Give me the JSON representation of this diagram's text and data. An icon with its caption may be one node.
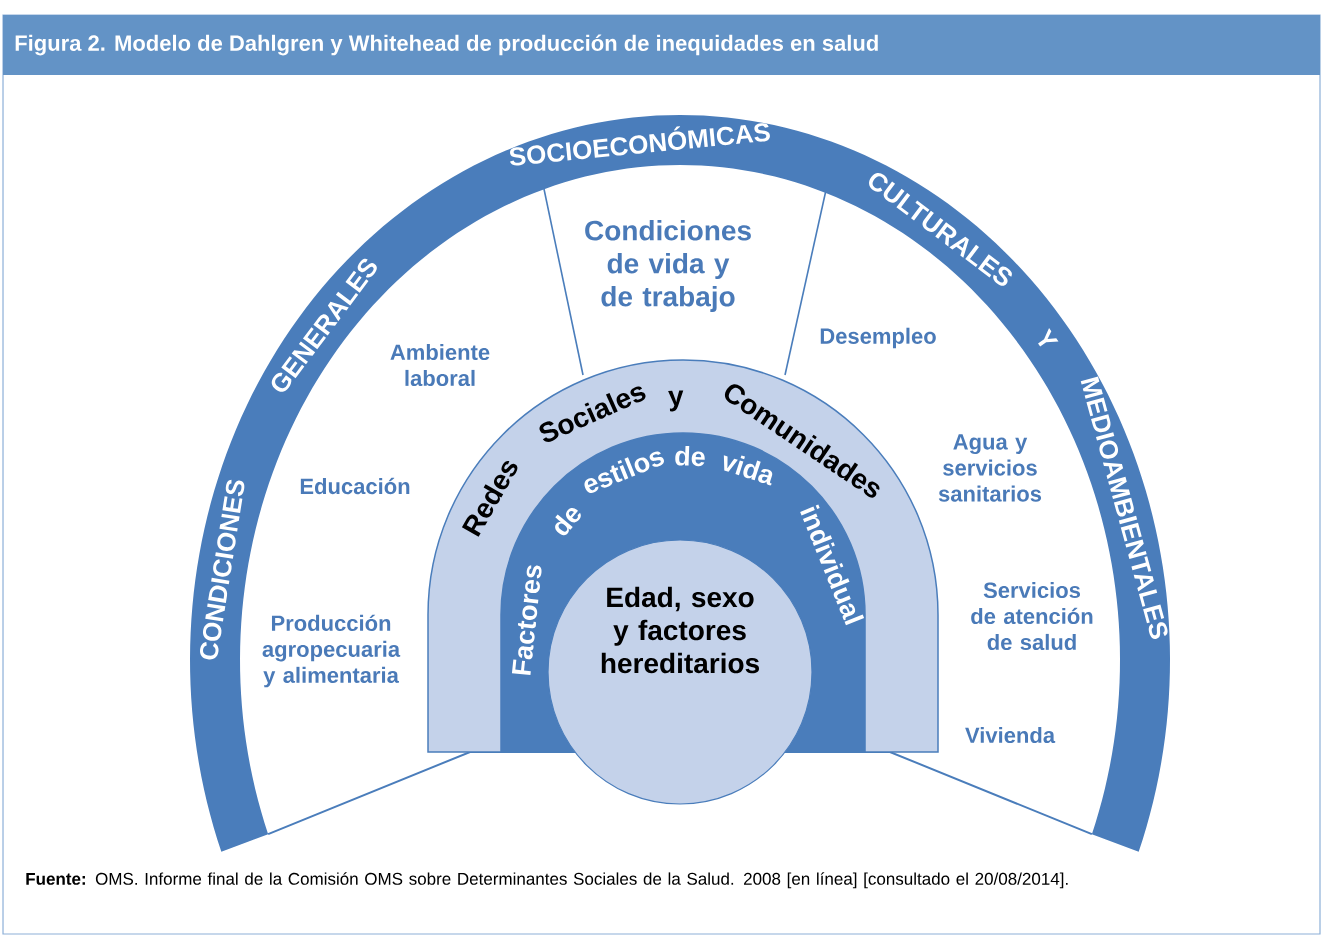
{
  "diagram": {
    "title": "Figura 2.  Modelo de Dahlgren y Whitehead de producción de inequidades en salud",
    "caption": "**Fuente:** OMS. Informe final de la Comisión OMS sobre Determinantes Sociales de la Salud. 2008 [en línea] [consultado el 20/08/2014].",
    "nodes": [
      {
        "text": [
          "CONDICIONES",
          "GENERALES",
          "SOCIOECONÓMICAS",
          "CULTURALES",
          "Y",
          "MEDIOAMBIENTALES"
        ]
      },
      {
        "text": [
          "Condiciones de vida y de trabajo"
        ]
      },
      {
        "text": [
          "Redes",
          "Sociales",
          "y",
          "Comunidades"
        ]
      },
      {
        "text": [
          "Factores",
          "de",
          "estilos",
          "de",
          "vida",
          "individual"
        ],
        "in": 2
      },
      {
        "text": [
          "Edad, sexo y factores hereditarios"
        ]
      }
    ],
    "labels": [
      "Ambiente laboral",
      "Desempleo",
      "Agua y servicios sanitarios",
      "Educación",
      "Servicios de atención de salud",
      "Producción agropecuaria y alimentaria",
      "Vivienda"
    ]
  }
}
